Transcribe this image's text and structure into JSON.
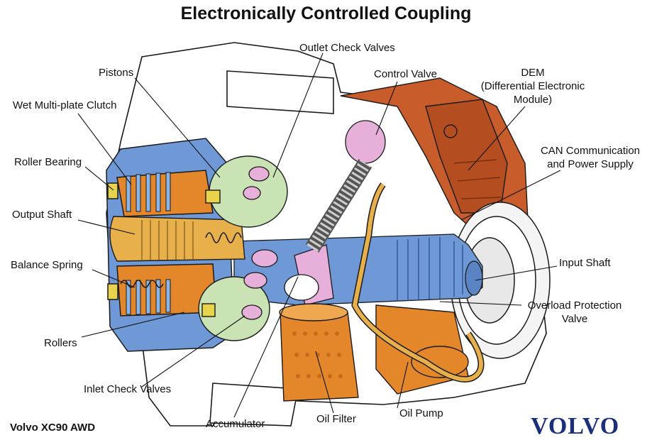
{
  "title": "Electronically Controlled Coupling",
  "caption": "Volvo XC90 AWD",
  "brand": {
    "text": "VOLVO",
    "color": "#1b2f7a"
  },
  "colors": {
    "housing_orange": "#c85c2a",
    "shaft_blue": "#6f98d6",
    "valve_pink": "#e7b0da",
    "oil_orange": "#e3872a",
    "pipe_tan": "#e7b04a",
    "green_seal": "#c9e3b5",
    "outline": "#1a1a1a"
  },
  "labels": {
    "outlet_check_valves": "Outlet Check Valves",
    "pistons": "Pistons",
    "control_valve": "Control Valve",
    "dem_line1": "DEM",
    "dem_line2": "(Differential Electronic",
    "dem_line3": "Module)",
    "wet_clutch": "Wet Multi-plate Clutch",
    "can_line1": "CAN Communication",
    "can_line2": "and Power Supply",
    "roller_bearing": "Roller Bearing",
    "output_shaft": "Output Shaft",
    "input_shaft": "Input Shaft",
    "balance_spring": "Balance Spring",
    "overload_line1": "Overload Protection",
    "overload_line2": "Valve",
    "rollers": "Rollers",
    "inlet_check_valves": "Inlet Check Valves",
    "accumulator": "Accumulator",
    "oil_filter": "Oil Filter",
    "oil_pump": "Oil Pump"
  }
}
